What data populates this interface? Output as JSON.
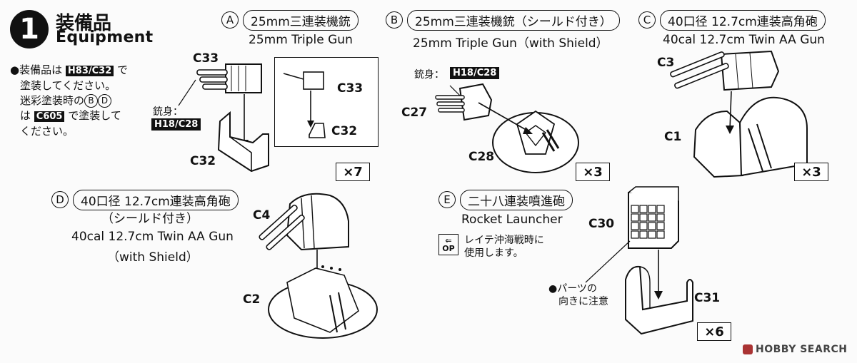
{
  "step": {
    "number": "1",
    "title_jp": "装備品",
    "title_en": "Equipment"
  },
  "note": {
    "bullet": "●",
    "line1_pre": "装備品は",
    "color1": "H83/C32",
    "line1_post": "で",
    "line2": "塗装してください。",
    "line3": "迷彩塗装時の",
    "ref_b": "B",
    "ref_d": "D",
    "line4_pre": "は",
    "color2": "C605",
    "line4_post": "で塗装して",
    "line5": "ください。"
  },
  "sections": {
    "a": {
      "letter": "A",
      "label": "25mm三連装機銃",
      "sub": "25mm Triple Gun",
      "qty": "×7",
      "parts": {
        "c33": "C33",
        "c33b": "C33",
        "c32": "C32",
        "c32b": "C32"
      },
      "barrel_label": "銃身：",
      "barrel_color": "H18/C28"
    },
    "b": {
      "letter": "B",
      "label": "25mm三連装機銃（シールド付き）",
      "sub": "25mm Triple Gun（with Shield）",
      "qty": "×3",
      "parts": {
        "c27": "C27",
        "c28": "C28"
      },
      "barrel_label": "銃身：",
      "barrel_color": "H18/C28"
    },
    "c": {
      "letter": "C",
      "label": "40口径 12.7cm連装高角砲",
      "sub": "40cal 12.7cm Twin AA Gun",
      "qty": "×3",
      "parts": {
        "c3": "C3",
        "c1": "C1"
      }
    },
    "d": {
      "letter": "D",
      "label": "40口径 12.7cm連装高角砲",
      "label2": "（シールド付き）",
      "sub": "40cal 12.7cm Twin AA Gun",
      "sub2": "（with Shield）",
      "parts": {
        "c4": "C4",
        "c2": "C2"
      }
    },
    "e": {
      "letter": "E",
      "label": "二十八連装噴進砲",
      "sub": "Rocket Launcher",
      "qty": "×6",
      "op_top": "⇐",
      "op_label": "OP",
      "op_text1": "レイテ沖海戦時に",
      "op_text2": "使用します。",
      "parts": {
        "c30": "C30",
        "c31": "C31"
      },
      "caution1": "●パーツの",
      "caution2": "向きに注意"
    }
  },
  "footer": {
    "brand": "HOBBY SEARCH"
  }
}
